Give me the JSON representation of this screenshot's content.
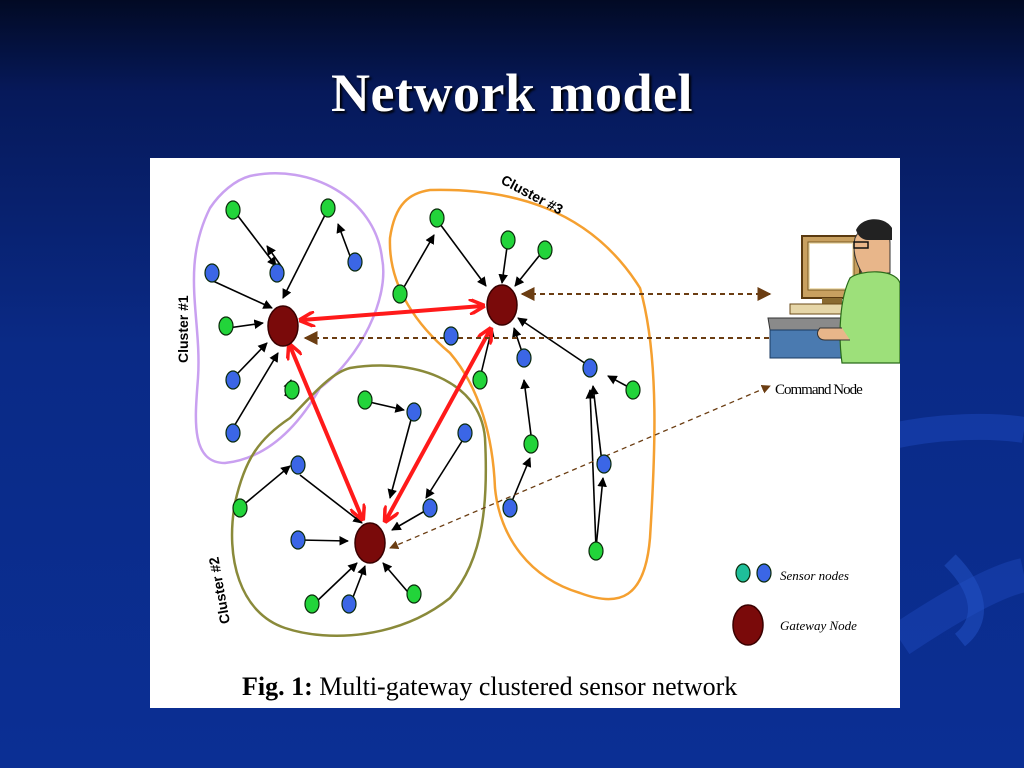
{
  "slide": {
    "title": "Network model"
  },
  "figure": {
    "clusters": [
      "Cluster #1",
      "Cluster #2",
      "Cluster #3"
    ],
    "command_node_label": "Command Node",
    "legend": {
      "sensor_label": "Sensor nodes",
      "gateway_label": "Gateway Node"
    },
    "caption_prefix": "Fig. 1:",
    "caption_text": " Multi-gateway clustered sensor network"
  },
  "colors": {
    "gateway": "#7a0a0a",
    "sensor_green": "#22d43a",
    "sensor_blue": "#3b66e6",
    "gateway_link": "#ff1a1a",
    "cluster1_border": "#c9a0f0",
    "cluster2_border": "#8a8a3a",
    "cluster3_border": "#f5a030",
    "command_link": "#6b3d12"
  }
}
